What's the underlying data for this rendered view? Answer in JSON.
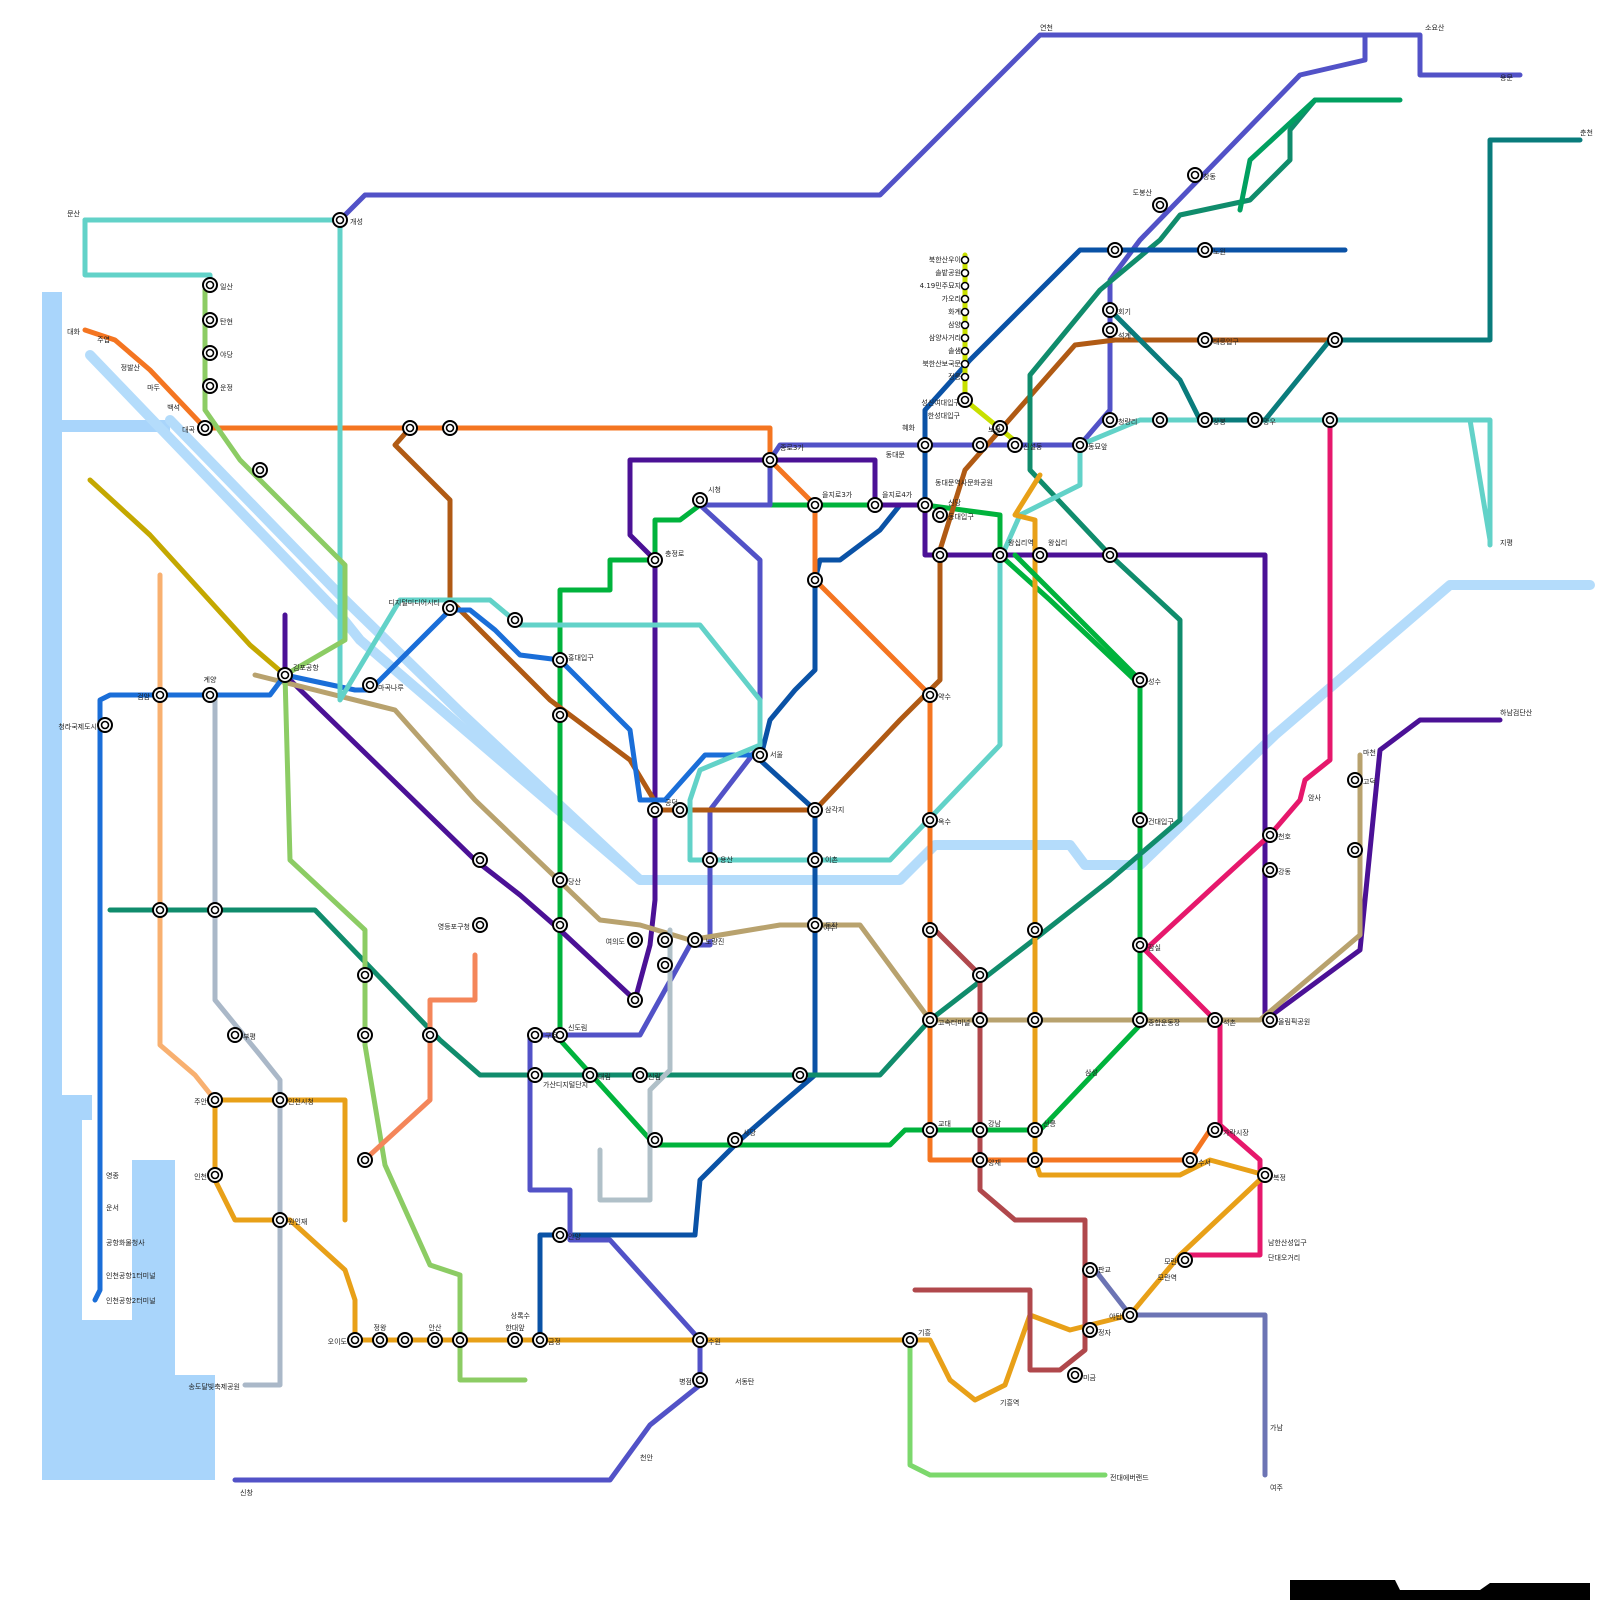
{
  "map": {
    "background": "#ffffff",
    "water_color": "#b4dcfb",
    "sea_color": "#a9d5fb",
    "footer_text": ""
  },
  "lines": [
    {
      "id": "line1",
      "color": "#0a52a6"
    },
    {
      "id": "line2",
      "color": "#00b33c"
    },
    {
      "id": "line3",
      "color": "#f47521"
    },
    {
      "id": "line4",
      "color": "#0099d8"
    },
    {
      "id": "line5",
      "color": "#5252c7"
    },
    {
      "id": "line6",
      "color": "#b05a14"
    },
    {
      "id": "line7",
      "color": "#6a7a14"
    },
    {
      "id": "line8",
      "color": "#e6186c"
    },
    {
      "id": "line9",
      "color": "#b8a26e"
    },
    {
      "id": "airport",
      "color": "#1a6ed8"
    },
    {
      "id": "gyeongui",
      "color": "#62d2c8"
    },
    {
      "id": "gyeongchun",
      "color": "#108c6c"
    },
    {
      "id": "suin",
      "color": "#e8a018"
    },
    {
      "id": "shinbundang",
      "color": "#b0484c"
    },
    {
      "id": "ui",
      "color": "#c8e000"
    },
    {
      "id": "seohae",
      "color": "#8ccc64"
    },
    {
      "id": "gimpo",
      "color": "#c4a800"
    },
    {
      "id": "everline",
      "color": "#7cd86c"
    },
    {
      "id": "gyeonggang",
      "color": "#6c74b4"
    },
    {
      "id": "incheon1",
      "color": "#8ca8d4"
    },
    {
      "id": "incheon2",
      "color": "#f8b070"
    },
    {
      "id": "sillim",
      "color": "#6f8ac0"
    },
    {
      "id": "purple",
      "color": "#4b1196"
    }
  ],
  "stations": [
    {
      "name": "북한산우이"
    },
    {
      "name": "솔밭공원"
    },
    {
      "name": "4.19민주묘지"
    },
    {
      "name": "가오리"
    },
    {
      "name": "화계"
    },
    {
      "name": "삼양"
    },
    {
      "name": "삼양사거리"
    },
    {
      "name": "솔샘"
    },
    {
      "name": "북한산보국문"
    },
    {
      "name": "정릉"
    },
    {
      "name": "성신여대입구"
    },
    {
      "name": "한성대입구"
    },
    {
      "name": "혜화"
    },
    {
      "name": "동대문"
    },
    {
      "name": "종로3가"
    },
    {
      "name": "을지로3가"
    },
    {
      "name": "을지로4가"
    },
    {
      "name": "동대문역사문화공원"
    },
    {
      "name": "신당"
    },
    {
      "name": "왕십리"
    },
    {
      "name": "서울"
    },
    {
      "name": "시청"
    },
    {
      "name": "충정로"
    },
    {
      "name": "공덕"
    },
    {
      "name": "홍대입구"
    },
    {
      "name": "디지털미디어시티"
    },
    {
      "name": "김포공항"
    },
    {
      "name": "마곡나루"
    },
    {
      "name": "계양"
    },
    {
      "name": "검암"
    },
    {
      "name": "청라국제도시"
    },
    {
      "name": "영종"
    },
    {
      "name": "운서"
    },
    {
      "name": "공항화물청사"
    },
    {
      "name": "인천공항1터미널"
    },
    {
      "name": "인천공항2터미널"
    },
    {
      "name": "대곡"
    },
    {
      "name": "일산"
    },
    {
      "name": "탄현"
    },
    {
      "name": "야당"
    },
    {
      "name": "운정"
    },
    {
      "name": "문산"
    },
    {
      "name": "개성"
    },
    {
      "name": "대화"
    },
    {
      "name": "주엽"
    },
    {
      "name": "정발산"
    },
    {
      "name": "마두"
    },
    {
      "name": "백석"
    },
    {
      "name": "용산"
    },
    {
      "name": "삼각지"
    },
    {
      "name": "이촌"
    },
    {
      "name": "동작"
    },
    {
      "name": "노량진"
    },
    {
      "name": "여의도"
    },
    {
      "name": "당산"
    },
    {
      "name": "영등포구청"
    },
    {
      "name": "신도림"
    },
    {
      "name": "구로"
    },
    {
      "name": "가산디지털단지"
    },
    {
      "name": "대림"
    },
    {
      "name": "신림"
    },
    {
      "name": "사당"
    },
    {
      "name": "이수"
    },
    {
      "name": "교대"
    },
    {
      "name": "고속터미널"
    },
    {
      "name": "강남"
    },
    {
      "name": "양재"
    },
    {
      "name": "선릉"
    },
    {
      "name": "삼성"
    },
    {
      "name": "종합운동장"
    },
    {
      "name": "잠실"
    },
    {
      "name": "석촌"
    },
    {
      "name": "가락시장"
    },
    {
      "name": "수서"
    },
    {
      "name": "복정"
    },
    {
      "name": "모란"
    },
    {
      "name": "야탑"
    },
    {
      "name": "판교"
    },
    {
      "name": "정자"
    },
    {
      "name": "미금"
    },
    {
      "name": "기흥"
    },
    {
      "name": "수원"
    },
    {
      "name": "금정"
    },
    {
      "name": "안양"
    },
    {
      "name": "건대입구"
    },
    {
      "name": "성수"
    },
    {
      "name": "왕십리역"
    },
    {
      "name": "청량리"
    },
    {
      "name": "회기"
    },
    {
      "name": "상봉"
    },
    {
      "name": "망우"
    },
    {
      "name": "도봉산"
    },
    {
      "name": "창동"
    },
    {
      "name": "노원"
    },
    {
      "name": "태릉입구"
    },
    {
      "name": "석계"
    },
    {
      "name": "동묘앞"
    },
    {
      "name": "신설동"
    },
    {
      "name": "보문"
    },
    {
      "name": "동대입구"
    },
    {
      "name": "약수"
    },
    {
      "name": "옥수"
    },
    {
      "name": "강동"
    },
    {
      "name": "천호"
    },
    {
      "name": "올림픽공원"
    },
    {
      "name": "부평"
    },
    {
      "name": "주안"
    },
    {
      "name": "인천"
    },
    {
      "name": "인천시청"
    },
    {
      "name": "원인재"
    },
    {
      "name": "송도달빛축제공원"
    },
    {
      "name": "오이도"
    },
    {
      "name": "정왕"
    },
    {
      "name": "안산"
    },
    {
      "name": "한대앞"
    },
    {
      "name": "상록수"
    },
    {
      "name": "병점"
    },
    {
      "name": "서동탄"
    },
    {
      "name": "천안"
    },
    {
      "name": "신창"
    },
    {
      "name": "기흥역"
    },
    {
      "name": "전대에버랜드"
    },
    {
      "name": "여주"
    },
    {
      "name": "가남"
    },
    {
      "name": "용문"
    },
    {
      "name": "지평"
    },
    {
      "name": "춘천"
    },
    {
      "name": "소요산"
    },
    {
      "name": "연천"
    },
    {
      "name": "하남검단산"
    },
    {
      "name": "고덕"
    },
    {
      "name": "마천"
    },
    {
      "name": "남한산성입구"
    },
    {
      "name": "모란역"
    },
    {
      "name": "단대오거리"
    },
    {
      "name": "암사"
    }
  ]
}
